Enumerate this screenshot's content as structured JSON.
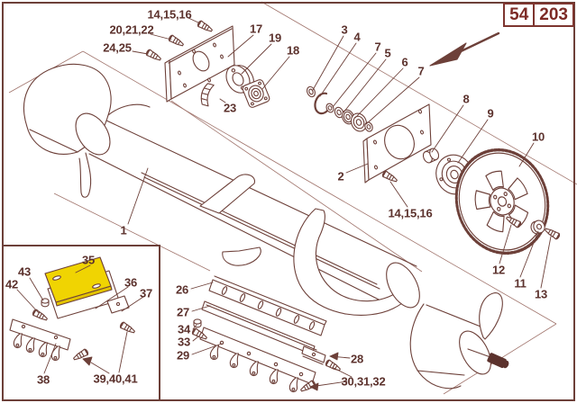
{
  "page": {
    "number_left": "54",
    "number_right": "203"
  },
  "colors": {
    "line": "#6d4039",
    "thin_line": "#a1756d",
    "label_text": "#5c322d",
    "page_number_text": "#7d2b26",
    "highlight_yellow": "#f0d402"
  },
  "diagram": {
    "labels": [
      {
        "id": "part-1",
        "text": "1"
      },
      {
        "id": "part-2",
        "text": "2"
      },
      {
        "id": "part-3",
        "text": "3"
      },
      {
        "id": "part-4",
        "text": "4"
      },
      {
        "id": "part-7-a",
        "text": "7"
      },
      {
        "id": "part-5",
        "text": "5"
      },
      {
        "id": "part-6",
        "text": "6"
      },
      {
        "id": "part-7-b",
        "text": "7"
      },
      {
        "id": "part-8",
        "text": "8"
      },
      {
        "id": "part-9",
        "text": "9"
      },
      {
        "id": "part-10",
        "text": "10"
      },
      {
        "id": "part-11",
        "text": "11"
      },
      {
        "id": "part-12",
        "text": "12"
      },
      {
        "id": "part-13",
        "text": "13"
      },
      {
        "id": "part-14-15-16-top",
        "text": "14,15,16"
      },
      {
        "id": "part-14-15-16-bot",
        "text": "14,15,16"
      },
      {
        "id": "part-17",
        "text": "17"
      },
      {
        "id": "part-18",
        "text": "18"
      },
      {
        "id": "part-19",
        "text": "19"
      },
      {
        "id": "part-20-21-22",
        "text": "20,21,22"
      },
      {
        "id": "part-23",
        "text": "23"
      },
      {
        "id": "part-24-25",
        "text": "24,25"
      },
      {
        "id": "part-26",
        "text": "26"
      },
      {
        "id": "part-27",
        "text": "27"
      },
      {
        "id": "part-28",
        "text": "28"
      },
      {
        "id": "part-29",
        "text": "29"
      },
      {
        "id": "part-30-31-32",
        "text": "30,31,32"
      },
      {
        "id": "part-33",
        "text": "33"
      },
      {
        "id": "part-34",
        "text": "34"
      },
      {
        "id": "part-35",
        "text": "35"
      },
      {
        "id": "part-36",
        "text": "36"
      },
      {
        "id": "part-37",
        "text": "37"
      },
      {
        "id": "part-38",
        "text": "38"
      },
      {
        "id": "part-39-40-41",
        "text": "39,40,41"
      },
      {
        "id": "part-42",
        "text": "42"
      },
      {
        "id": "part-43",
        "text": "43"
      }
    ]
  }
}
